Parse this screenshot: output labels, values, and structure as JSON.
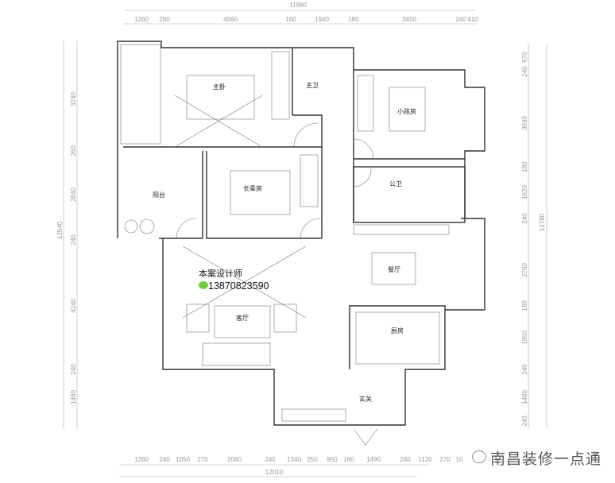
{
  "plan": {
    "rooms": {
      "master_bedroom": "主卧",
      "master_bath": "主卫",
      "kids_room": "小孩房",
      "elder_room": "长辈房",
      "balcony": "阳台",
      "public_bath": "公卫",
      "dining": "餐厅",
      "living": "客厅",
      "kitchen": "厨房",
      "entrance": "玄关"
    },
    "dimensions": {
      "top_total": "11980",
      "top": [
        "1260",
        "280",
        "4060",
        "160",
        "1940",
        "180",
        "3450",
        "240",
        "410"
      ],
      "bottom_total": "12010",
      "bottom": [
        "1280",
        "240",
        "1050",
        "270",
        "2080",
        "240",
        "1340",
        "250",
        "950",
        "160",
        "1490",
        "240",
        "1120",
        "270",
        "10"
      ],
      "left_total": "12540",
      "left": [
        "3240",
        "260",
        "2840",
        "240",
        "4240",
        "240",
        "1460"
      ],
      "right_total": "12780",
      "right": [
        "670",
        "240",
        "3030",
        "180",
        "1620",
        "240",
        "2760",
        "180",
        "1950",
        "240",
        "1460",
        "240"
      ]
    }
  },
  "designer": {
    "label": "本案设计师",
    "phone": "13870823590",
    "icon": "wechat-icon",
    "icon_color": "#6fcf3a"
  },
  "watermark": {
    "text": "南昌装修一点通",
    "icon": "wechat-official-account-icon"
  }
}
